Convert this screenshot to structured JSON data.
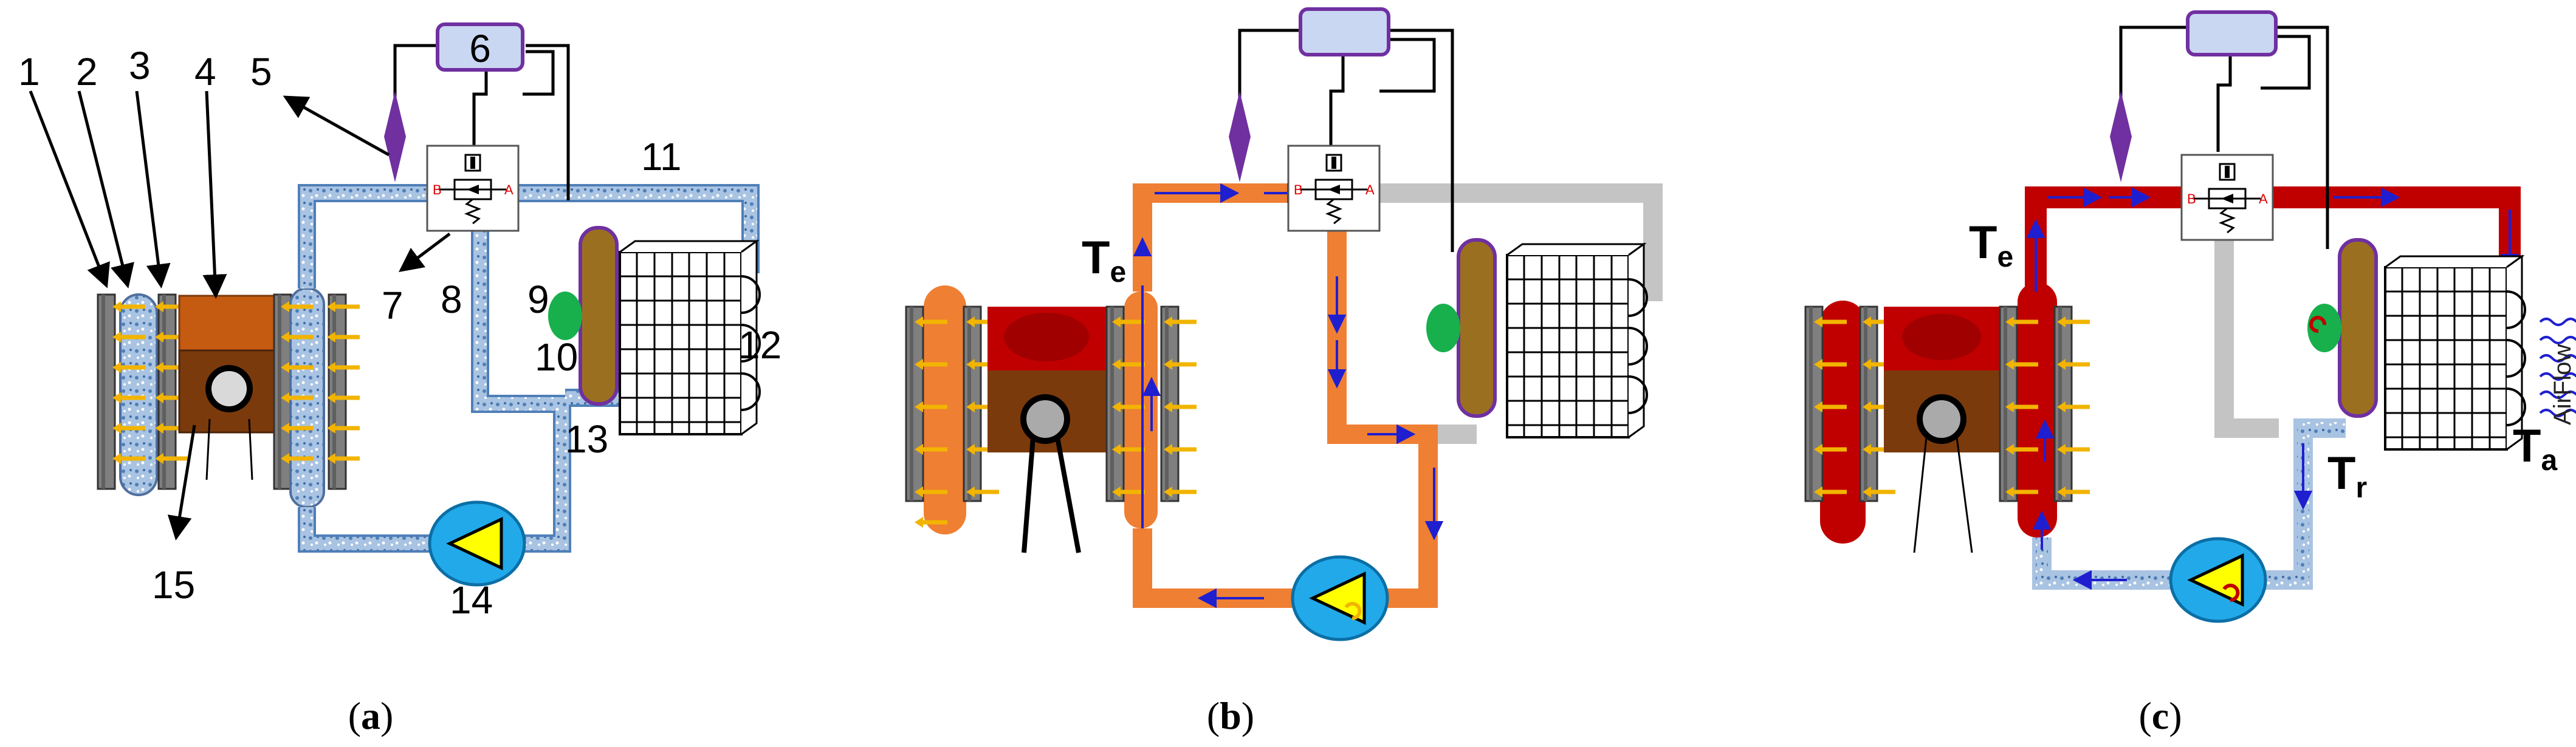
{
  "panels": [
    {
      "id": "a",
      "caption_open": "(",
      "caption_letter": "a",
      "caption_close": ")"
    },
    {
      "id": "b",
      "caption_open": "(",
      "caption_letter": "b",
      "caption_close": ")"
    },
    {
      "id": "c",
      "caption_open": "(",
      "caption_letter": "c",
      "caption_close": ")"
    }
  ],
  "panel_a": {
    "controller_label": "6",
    "callouts": [
      "1",
      "2",
      "3",
      "4",
      "5",
      "7",
      "8",
      "9",
      "10",
      "11",
      "12",
      "13",
      "14",
      "15"
    ]
  },
  "panel_b": {
    "te_main": "T",
    "te_sub": "e"
  },
  "panel_c": {
    "te_main": "T",
    "te_sub": "e",
    "tr_main": "T",
    "tr_sub": "r",
    "ta_main": "T",
    "ta_sub": "a",
    "airflow": "AirFlow"
  },
  "colors": {
    "coolant_a": "#a9c3e2",
    "coolant_b": "#ef7f33",
    "hot_c": "#c00000",
    "cold_c": "#a9c3e2",
    "inactive": "#c4c4c4",
    "flow_arrow": "#1f1fd0",
    "controller": "#c9d7f2",
    "controller_border": "#7030a0",
    "sensor": "#7030a0",
    "pump": "#22a9e9",
    "fan_motor": "#18b04c",
    "cell": "#7f7f7f",
    "heat_arrow": "#f2b400"
  },
  "valve_port_labels": {
    "left": "B",
    "right": "A"
  }
}
